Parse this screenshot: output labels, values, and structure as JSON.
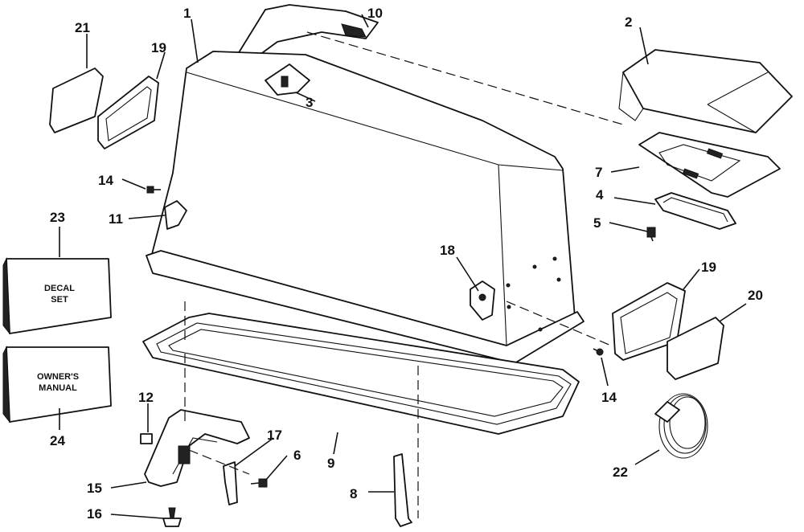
{
  "callouts": {
    "c1": "1",
    "c2": "2",
    "c3": "3",
    "c4": "4",
    "c5": "5",
    "c6": "6",
    "c7": "7",
    "c8": "8",
    "c9": "9",
    "c10": "10",
    "c11": "11",
    "c12": "12",
    "c14a": "14",
    "c14b": "14",
    "c15": "15",
    "c16": "16",
    "c17": "17",
    "c18": "18",
    "c19a": "19",
    "c19b": "19",
    "c20": "20",
    "c21": "21",
    "c22": "22",
    "c23": "23",
    "c24": "24"
  },
  "boxes": {
    "decal_line1": "DECAL",
    "decal_line2": "SET",
    "manual_line1": "OWNER'S",
    "manual_line2": "MANUAL"
  }
}
